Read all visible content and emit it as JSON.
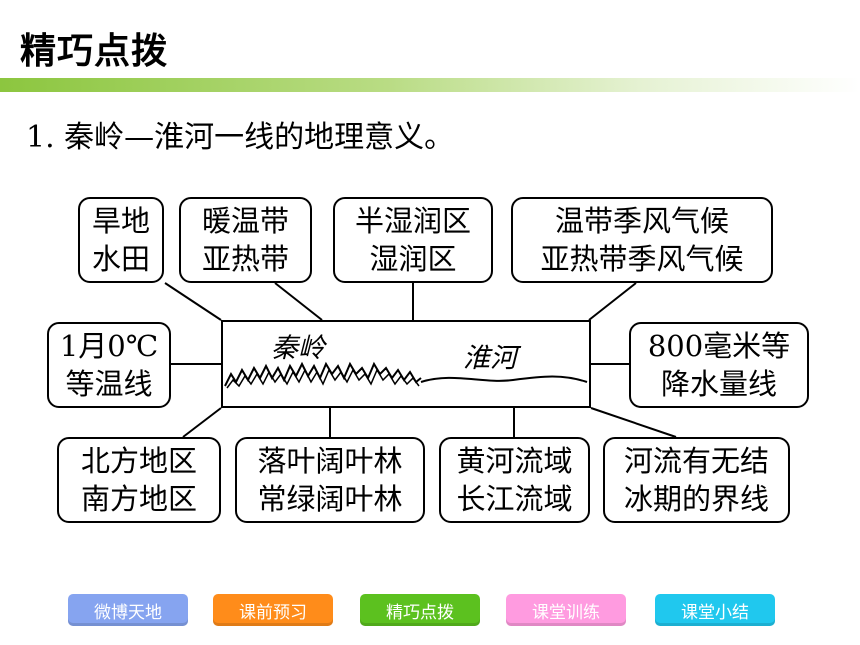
{
  "header": {
    "title": "精巧点拨",
    "accent_color": "#8cc63f"
  },
  "main": {
    "subtitle": "1. 秦岭—淮河一线的地理意义。"
  },
  "diagram": {
    "center": {
      "label_mountain": "秦岭",
      "label_river": "淮河"
    },
    "boxes": [
      {
        "id": "dry-paddy",
        "lines": [
          "旱地",
          "水田"
        ]
      },
      {
        "id": "temperate-subtropical",
        "lines": [
          "暖温带",
          "亚热带"
        ]
      },
      {
        "id": "semi-humid-humid",
        "lines": [
          "半湿润区",
          "湿润区"
        ]
      },
      {
        "id": "monsoon-climate",
        "lines": [
          "温带季风气候",
          "亚热带季风气候"
        ]
      },
      {
        "id": "isotherm",
        "lines": [
          "1月0℃",
          "等温线"
        ]
      },
      {
        "id": "isohyet",
        "lines": [
          "800毫米等",
          "降水量线"
        ]
      },
      {
        "id": "north-south",
        "lines": [
          "北方地区",
          "南方地区"
        ]
      },
      {
        "id": "forest",
        "lines": [
          "落叶阔叶林",
          "常绿阔叶林"
        ]
      },
      {
        "id": "river-basin",
        "lines": [
          "黄河流域",
          "长江流域"
        ]
      },
      {
        "id": "river-freeze",
        "lines": [
          "河流有无结",
          "冰期的界线"
        ]
      }
    ]
  },
  "nav": {
    "buttons": [
      {
        "id": "weibo",
        "label": "微博天地",
        "color": "#86a4f0"
      },
      {
        "id": "preview",
        "label": "课前预习",
        "color": "#ff8c1a"
      },
      {
        "id": "tips",
        "label": "精巧点拨",
        "color": "#5cc11f"
      },
      {
        "id": "training",
        "label": "课堂训练",
        "color": "#ff9be0"
      },
      {
        "id": "summary",
        "label": "课堂小结",
        "color": "#20c8ee"
      }
    ]
  }
}
